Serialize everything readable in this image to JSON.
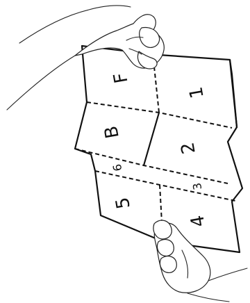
{
  "diagram": {
    "page_labels": {
      "p1": "1",
      "p2": "2",
      "p3": "3",
      "p4": "4",
      "p5": "5",
      "p6": "6",
      "front": "F",
      "back": "B"
    },
    "colors": {
      "ink": "#111111",
      "paper": "#ffffff"
    }
  }
}
